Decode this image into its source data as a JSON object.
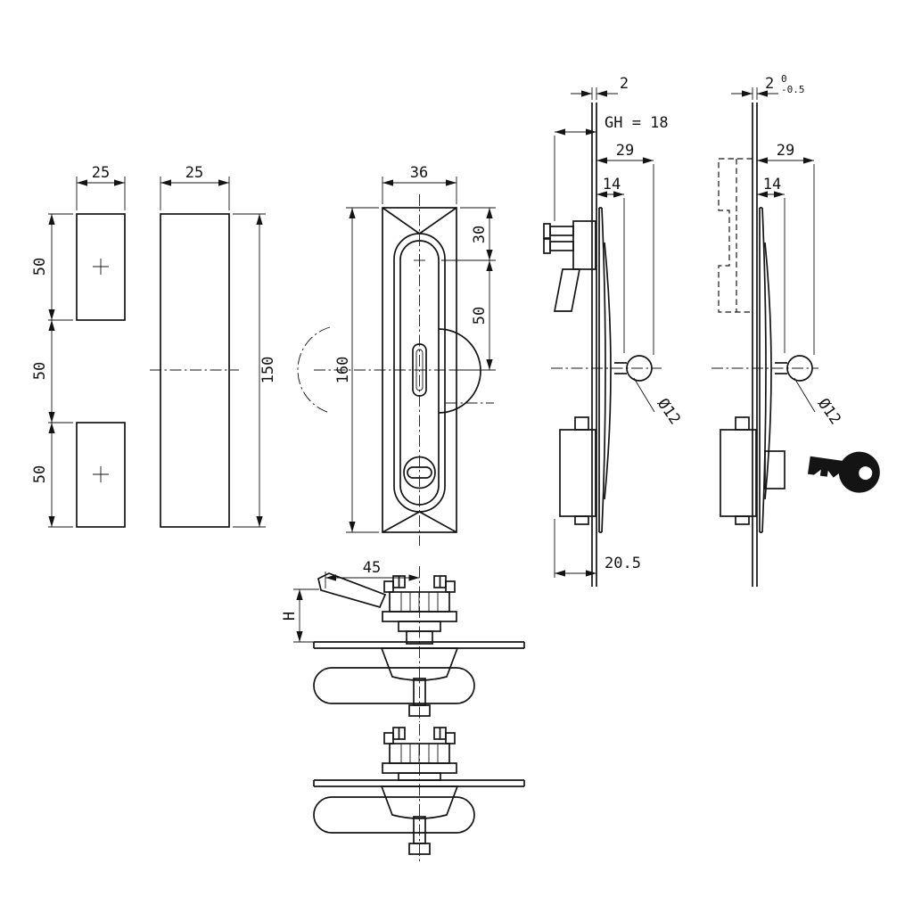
{
  "drawing": {
    "views": {
      "insert": {
        "width": "25",
        "seg_top": "50",
        "seg_mid": "50",
        "seg_bottom": "50"
      },
      "blank": {
        "width": "25",
        "height": "150"
      },
      "front": {
        "width": "36",
        "height": "160",
        "head_offset": "30",
        "grip_offset": "50"
      },
      "side_a": {
        "panel": "2",
        "grip_height": "GH = 18",
        "depth_29": "29",
        "depth_14": "14",
        "rod_dia": "Ø12",
        "body_depth": "20.5"
      },
      "side_b": {
        "panel": "2",
        "tol_high": "0",
        "tol_low": "-0.5",
        "depth_29": "29",
        "depth_14": "14",
        "rod_dia": "Ø12"
      },
      "plan": {
        "lever_reach": "45",
        "height": "H"
      }
    }
  }
}
